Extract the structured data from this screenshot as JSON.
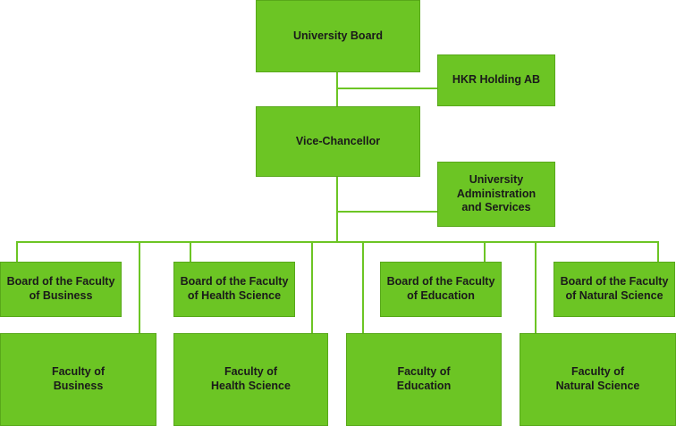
{
  "nodes": {
    "university_board": "University Board",
    "hkr_holding": "HKR Holding AB",
    "vice_chancellor": "Vice-Chancellor",
    "administration": "University\nAdministration\nand Services",
    "board_business": "Board of the Faculty\nof Business",
    "board_health": "Board of the Faculty\nof Health Science",
    "board_education": "Board of the Faculty\nof Education",
    "board_natural": "Board of the Faculty\nof Natural Science",
    "faculty_business": "Faculty of\nBusiness",
    "faculty_health": "Faculty of\nHealth Science",
    "faculty_education": "Faculty of\nEducation",
    "faculty_natural": "Faculty of\nNatural Science"
  },
  "colors": {
    "box_fill": "#6cc524",
    "text": "#1a1a1a",
    "background": "#ffffff"
  }
}
